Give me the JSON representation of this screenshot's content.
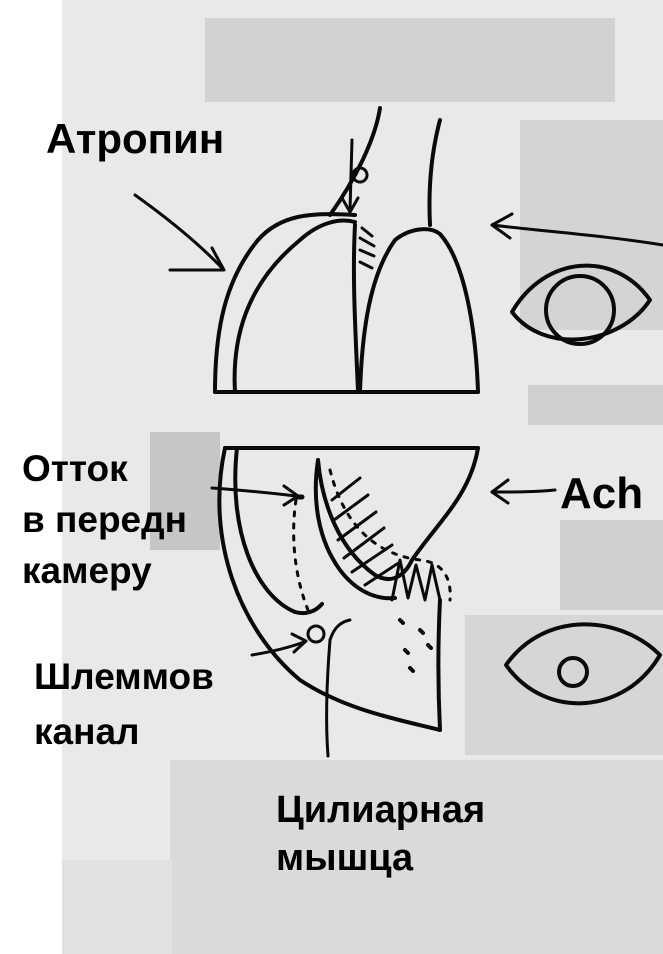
{
  "labels": {
    "atropine": "Атропин",
    "ach": "Ach",
    "outflow": [
      "Отток",
      "в передн",
      "камеру"
    ],
    "schlemm": [
      "Шлеммов",
      "канал"
    ],
    "ciliary": [
      "Цилиарная",
      "мышца"
    ]
  },
  "colors": {
    "paper": "#e9e9e9",
    "patch": "#cbcbcb",
    "ink": "#0a0a0a"
  }
}
